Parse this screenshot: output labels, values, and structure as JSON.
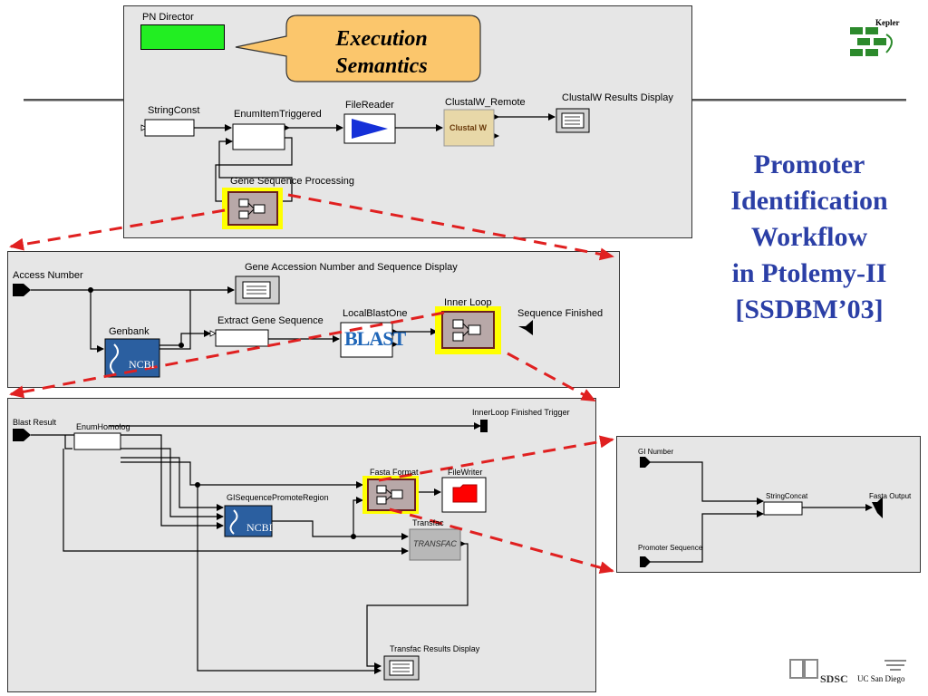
{
  "title_lines": [
    "Promoter",
    "Identification",
    "Workflow",
    "in Ptolemy-II",
    "[SSDBM’03]"
  ],
  "callout": [
    "Execution",
    "Semantics"
  ],
  "kepler_logo_text": "Kepler",
  "sdsc_logo": {
    "sdsc": "SDSC",
    "ucsd": "UC San Diego"
  },
  "colors": {
    "title": "#2b3fa6",
    "director": "#22ee22",
    "highlight": "#ffff00",
    "arrow": "#e02020",
    "panel": "#e6e6e6"
  },
  "top_panel": {
    "director": "PN Director",
    "string_const": "StringConst",
    "enum_item_triggered": "EnumItemTriggered",
    "file_reader": "FileReader",
    "clustalw_remote": "ClustalW_Remote",
    "clustal_icon": "Clustal W",
    "clustalw_results": "ClustalW Results Display",
    "gene_seq_proc": "Gene Sequence Processing"
  },
  "mid_panel": {
    "access_number": "Access Number",
    "gene_accession_display": "Gene Accession Number and Sequence Display",
    "genbank": "Genbank",
    "ncbi": "NCBI",
    "extract_gene_seq": "Extract Gene Sequence",
    "local_blast": "LocalBlastOne",
    "blast_icon": "BLAST",
    "inner_loop": "Inner Loop",
    "sequence_finished": "Sequence Finished"
  },
  "bottom_panel": {
    "blast_result": "Blast Result",
    "enum_homolog": "EnumHomolog",
    "innerloop_finished": "InnerLoop Finished Trigger",
    "fasta_format": "Fasta Format",
    "file_writer": "FileWriter",
    "gi_seq_promote": "GISequencePromoteRegion",
    "ncbi": "NCBI",
    "transfac": "Transfac",
    "transfac_icon": "TRANSFAC",
    "transfac_results": "Transfac Results Display"
  },
  "right_panel": {
    "gi_number": "GI Number",
    "string_concat": "StringConcat",
    "fasta_output": "Fasta Output",
    "promoter_sequence": "Promoter Sequence"
  }
}
